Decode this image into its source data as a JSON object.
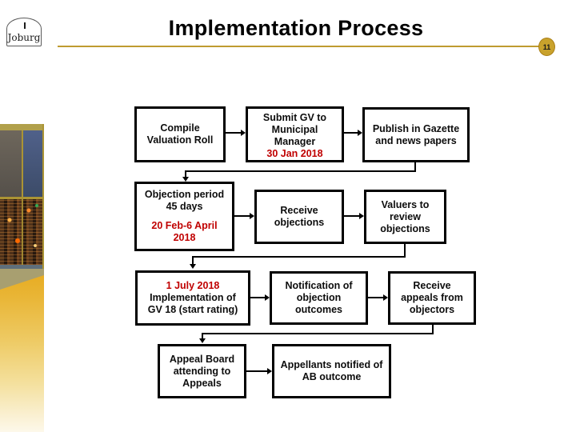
{
  "header": {
    "logo_text": "Joburg",
    "title": "Implementation Process",
    "page_number": "11"
  },
  "colors": {
    "accent_gold": "#BF9B30",
    "date_red": "#C00000",
    "box_border": "#000000"
  },
  "flowchart": {
    "boxes": [
      {
        "text": "Compile Valuation Roll"
      },
      {
        "text": "Submit GV to Municipal Manager",
        "date": "30 Jan 2018"
      },
      {
        "text": "Publish in Gazette and news papers"
      },
      {
        "text": "Objection period 45 days",
        "date": "20 Feb-6 April 2018"
      },
      {
        "text": "Receive objections"
      },
      {
        "text": "Valuers to review objections"
      },
      {
        "text": "Implementation of GV 18 (start rating)",
        "date": "1 July 2018"
      },
      {
        "text": "Notification of objection outcomes"
      },
      {
        "text": "Receive appeals from objectors"
      },
      {
        "text": "Appeal Board attending to Appeals"
      },
      {
        "text": "Appellants notified of AB outcome"
      }
    ]
  }
}
